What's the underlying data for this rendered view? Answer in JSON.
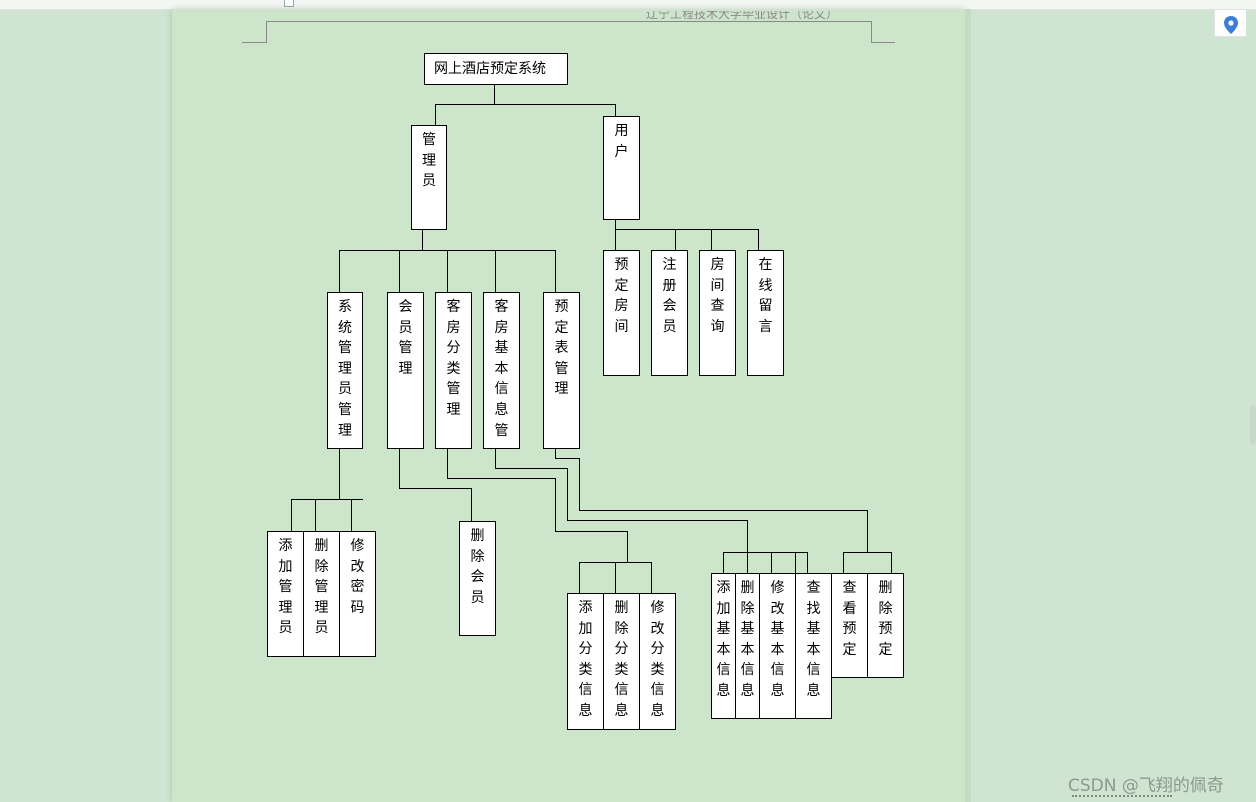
{
  "document": {
    "header_text": "辽宁工程技术大学毕业设计（论文）"
  },
  "diagram": {
    "root": "网上酒店预定系统",
    "admin": "管理员",
    "user": "用户",
    "admin_modules": [
      "系统管理员管理",
      "会员管理",
      "客房分类管理",
      "客房基本信息管",
      "预定表管理"
    ],
    "user_modules": [
      "预定房间",
      "注册会员",
      "房间查询",
      "在线留言"
    ],
    "sys_admin_actions": [
      "添加管理员",
      "删除管理员",
      "修改密码"
    ],
    "member_actions": [
      "删除会员"
    ],
    "category_actions": [
      "添加分类信息",
      "删除分类信息",
      "修改分类信息"
    ],
    "room_info_actions": [
      "添加基本信息",
      "删除基本信息",
      "修改基本信息",
      "查找基本信息"
    ],
    "booking_actions": [
      "查看预定",
      "删除预定"
    ]
  },
  "watermark": "CSDN @飞翔的佩奇",
  "icons": {
    "location_pin": "location-pin-icon"
  },
  "colors": {
    "app_background": "#cfe5d2",
    "page_background": "#cde6cb",
    "pin_blue": "#3b7dd8"
  }
}
